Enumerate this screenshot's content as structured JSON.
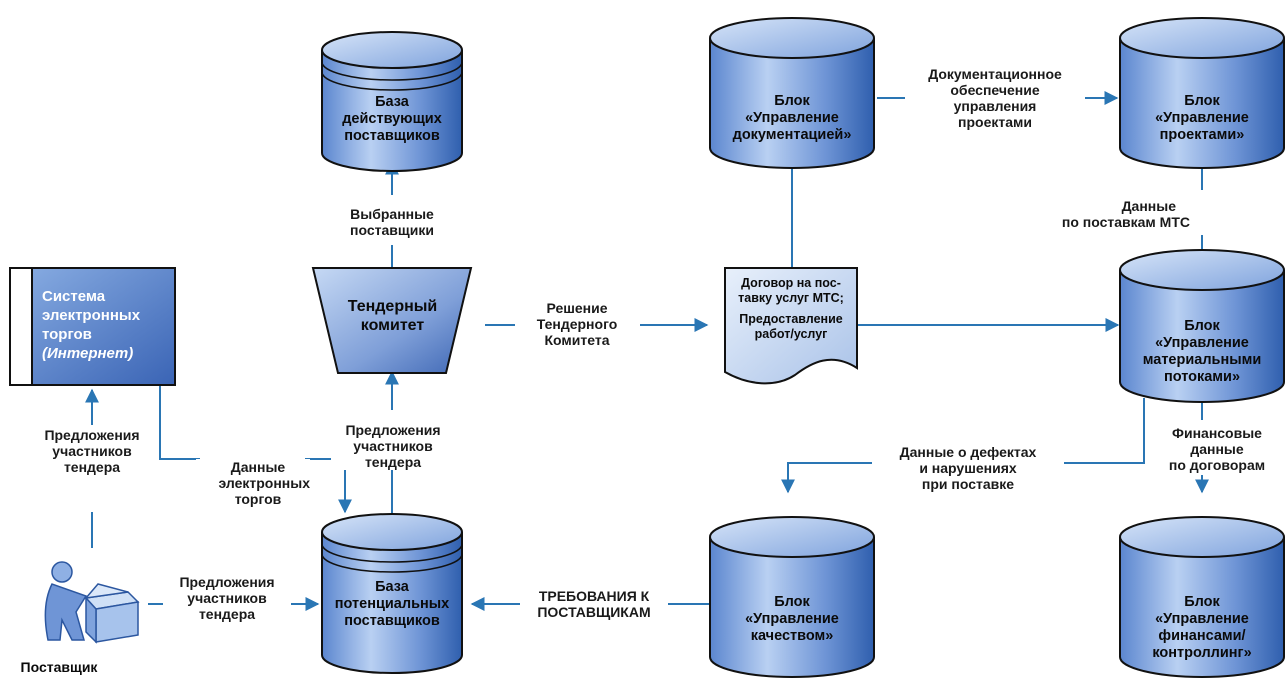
{
  "nodes": {
    "base_active": [
      "База",
      "действующих",
      "поставщиков"
    ],
    "tender_committee": [
      "Тендерный",
      "комитет"
    ],
    "system": [
      "Система",
      "электронных",
      "торгов",
      "(Интернет)"
    ],
    "base_potential": [
      "База",
      "потенциальных",
      "поставщиков"
    ],
    "contract_doc": [
      "Договор на пос-",
      "тавку услуг МТС;",
      "Предоставление",
      "работ/услуг"
    ],
    "block_docs": [
      "Блок",
      "«Управление",
      "документацией»"
    ],
    "block_projects": [
      "Блок",
      "«Управление",
      "проектами»"
    ],
    "block_materials": [
      "Блок",
      "«Управление",
      "материальными",
      "потоками»"
    ],
    "block_quality": [
      "Блок",
      "«Управление",
      "качеством»"
    ],
    "block_finance": [
      "Блок",
      "«Управление",
      "финансами/",
      "контроллинг»"
    ],
    "supplier": "Поставщик"
  },
  "edges": {
    "selected": [
      "Выбранные",
      "поставщики"
    ],
    "decision": [
      "Решение",
      "Тендерного",
      "Комитета"
    ],
    "doc_support": [
      "Документационное",
      "обеспечение",
      "управления",
      "проектами"
    ],
    "mts_data": [
      "Данные",
      "по поставкам МТС"
    ],
    "proposals_left": [
      "Предложения",
      "участников",
      "тендера"
    ],
    "etrade_data": [
      "Данные",
      "электронных",
      "торгов"
    ],
    "proposals_mid": [
      "Предложения",
      "участников",
      "тендера"
    ],
    "proposals_bottom": [
      "Предложения",
      "участников",
      "тендера"
    ],
    "defects": [
      "Данные о дефектах",
      "и нарушениях",
      "при поставке"
    ],
    "finance_data": [
      "Финансовые",
      "данные",
      "по договорам"
    ],
    "requirements": [
      "ТРЕБОВАНИЯ К",
      "ПОСТАВЩИКАМ"
    ]
  },
  "colors": {
    "arrow": "#2a76b4",
    "node_fill_light": "#b7cff0",
    "node_fill_dark": "#3f6fc1",
    "outline": "#111111"
  }
}
